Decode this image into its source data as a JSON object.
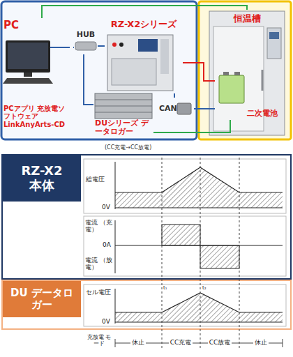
{
  "diagram": {
    "nodes": [
      {
        "text": [
          "PC",
          "PCアプリ 充放電ソフトウェア LinkAnyArts-CD"
        ]
      },
      {
        "text": [
          "HUB"
        ]
      },
      {
        "text": [
          "RZ-X2シリーズ"
        ]
      },
      {
        "text": [
          "CAN"
        ]
      },
      {
        "text": [
          "DUシリーズ データロガー"
        ]
      },
      {
        "text": [
          "恒温槽"
        ]
      },
      {
        "text": [
          "二次電池"
        ],
        "in": 5
      },
      {
        "text": [
          "RZ-X2 本体"
        ]
      },
      {
        "text": [
          "DU データロガー"
        ]
      }
    ],
    "edges": [
      {
        "from": 0,
        "to": 1,
        "arrow": "none"
      },
      {
        "from": 1,
        "to": 2,
        "arrow": "none"
      },
      {
        "from": 1,
        "to": 4,
        "arrow": "none"
      },
      {
        "from": 0,
        "to": 5,
        "arrow": "none"
      },
      {
        "from": 2,
        "to": 3,
        "arrow": "none"
      },
      {
        "from": 2,
        "to": 6,
        "arrow": "none"
      },
      {
        "from": 3,
        "to": 6,
        "arrow": "none"
      },
      {
        "from": 4,
        "to": 6,
        "arrow": "none"
      }
    ],
    "labels": [
      "(CC充電→CC放電)",
      "総電圧",
      "0V",
      "電流 （充電）",
      "0A",
      "電流 （放電）",
      "セル電圧",
      "0V",
      "t₁",
      "t₂",
      "充放電 モード",
      "休止",
      "CC充電",
      "CC放電",
      "休止"
    ]
  }
}
